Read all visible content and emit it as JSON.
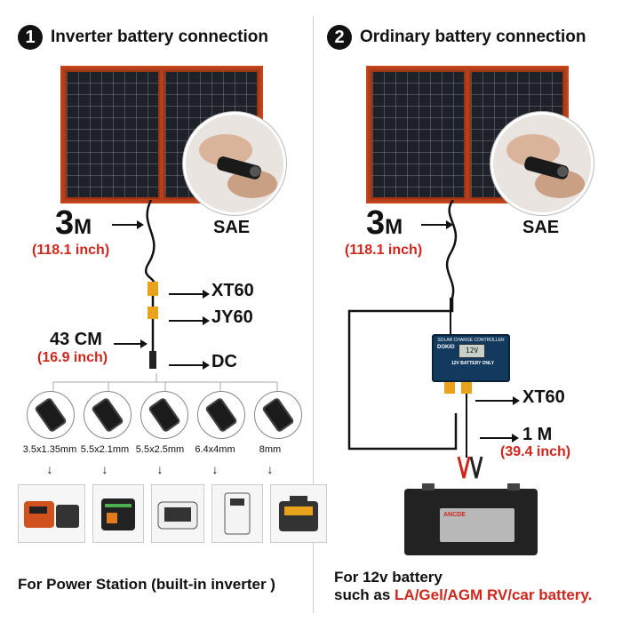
{
  "left": {
    "badge": "1",
    "heading": "Inverter battery connection",
    "cable_length_num": "3",
    "cable_length_unit": "M",
    "cable_length_inch": "(118.1 inch)",
    "connector_sae": "SAE",
    "connector_xt60": "XT60",
    "connector_jy60": "JY60",
    "adapter_length": "43 CM",
    "adapter_length_inch": "(16.9 inch)",
    "connector_dc": "DC",
    "tip_sizes": [
      "3.5x1.35mm",
      "5.5x2.1mm",
      "5.5x2.5mm",
      "6.4x4mm",
      "8mm"
    ],
    "down_arrow": "↓",
    "footer": "For Power Station (built-in inverter )"
  },
  "right": {
    "badge": "2",
    "heading": "Ordinary battery connection",
    "cable_length_num": "3",
    "cable_length_unit": "M",
    "cable_length_inch": "(118.1 inch)",
    "connector_sae": "SAE",
    "connector_xt60": "XT60",
    "battery_cable_length": "1 M",
    "battery_cable_inch": "(39.4 inch)",
    "controller_title": "SOLAR CHARGE CONTROLLER",
    "controller_brand": "DOKIO",
    "controller_display": "12V",
    "controller_note": "12V BATTERY ONLY",
    "footer_line1": "For 12v battery",
    "footer_line2_prefix": "such as ",
    "footer_line2_highlight": "LA/Gel/AGM RV/car battery.",
    "battery_brand": "ANCDE"
  },
  "colors": {
    "accent_red": "#d0271d",
    "panel_frame": "#c9461c",
    "controller_blue": "#123a5e"
  }
}
